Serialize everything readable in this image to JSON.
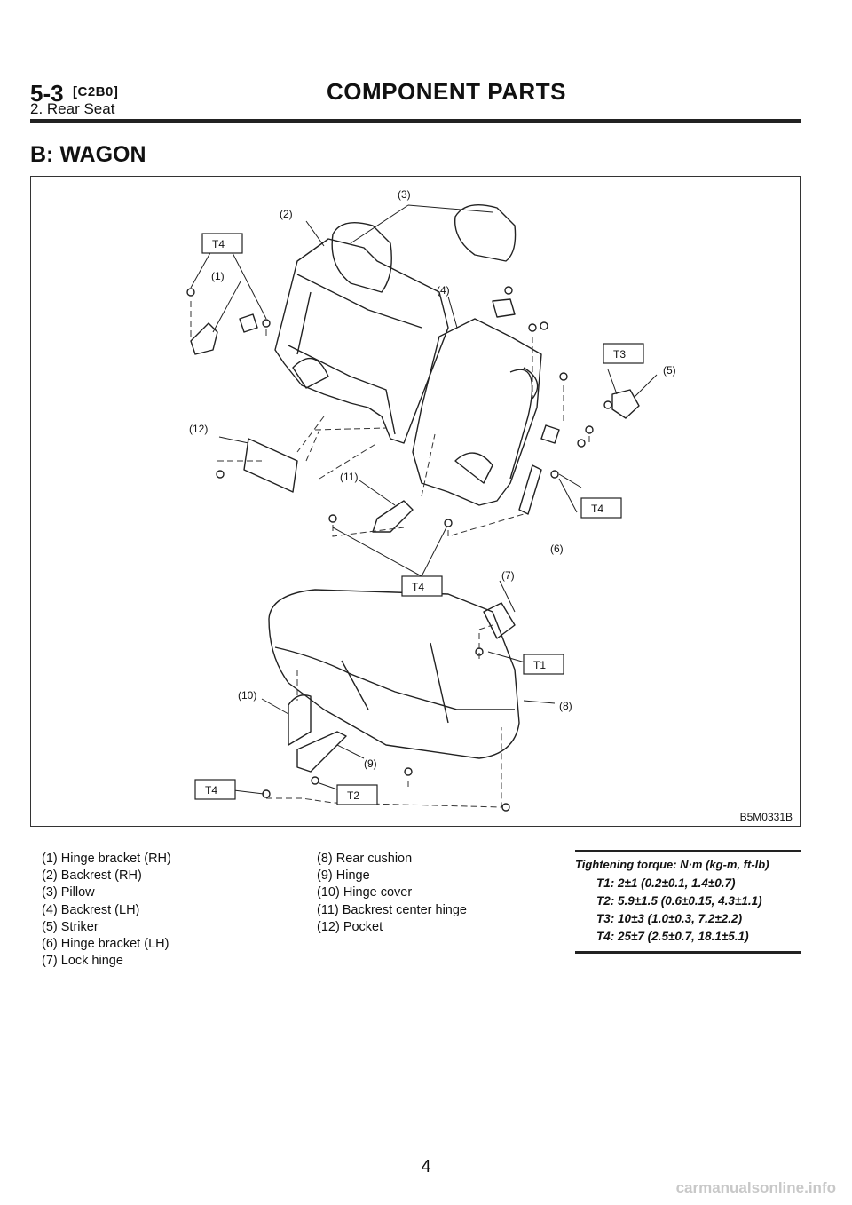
{
  "header": {
    "section_number": "5-3",
    "code": "[C2B0]",
    "title": "COMPONENT PARTS",
    "subtitle": "2. Rear Seat"
  },
  "section_title": "B: WAGON",
  "figure": {
    "figure_id": "B5M0331B",
    "callouts": [
      "(1)",
      "(2)",
      "(3)",
      "(4)",
      "(5)",
      "(6)",
      "(7)",
      "(8)",
      "(9)",
      "(10)",
      "(11)",
      "(12)"
    ],
    "torque_tags": [
      "T1",
      "T2",
      "T3",
      "T4"
    ]
  },
  "legend": {
    "col1": [
      "(1) Hinge bracket (RH)",
      "(2) Backrest (RH)",
      "(3) Pillow",
      "(4) Backrest (LH)",
      "(5) Striker",
      "(6) Hinge bracket (LH)",
      "(7) Lock hinge"
    ],
    "col2": [
      "(8) Rear cushion",
      "(9) Hinge",
      "(10) Hinge cover",
      "(11) Backrest center hinge",
      "(12) Pocket"
    ]
  },
  "torque": {
    "heading": "Tightening torque: N·m (kg-m, ft-lb)",
    "items": [
      "T1: 2±1 (0.2±0.1, 1.4±0.7)",
      "T2: 5.9±1.5 (0.6±0.15, 4.3±1.1)",
      "T3: 10±3 (1.0±0.3, 7.2±2.2)",
      "T4: 25±7 (2.5±0.7, 18.1±5.1)"
    ]
  },
  "page_number": "4",
  "watermark": "carmanualsonline.info"
}
